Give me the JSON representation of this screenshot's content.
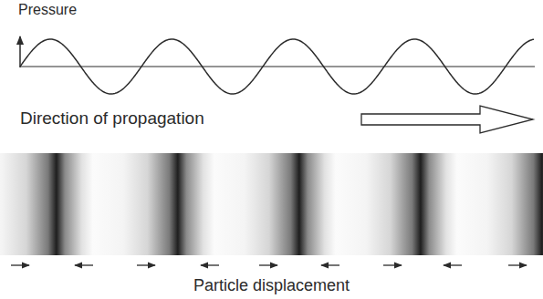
{
  "diagram": {
    "labels": [
      "Pressure",
      "Direction of propagation",
      "Particle displacement"
    ]
  }
}
